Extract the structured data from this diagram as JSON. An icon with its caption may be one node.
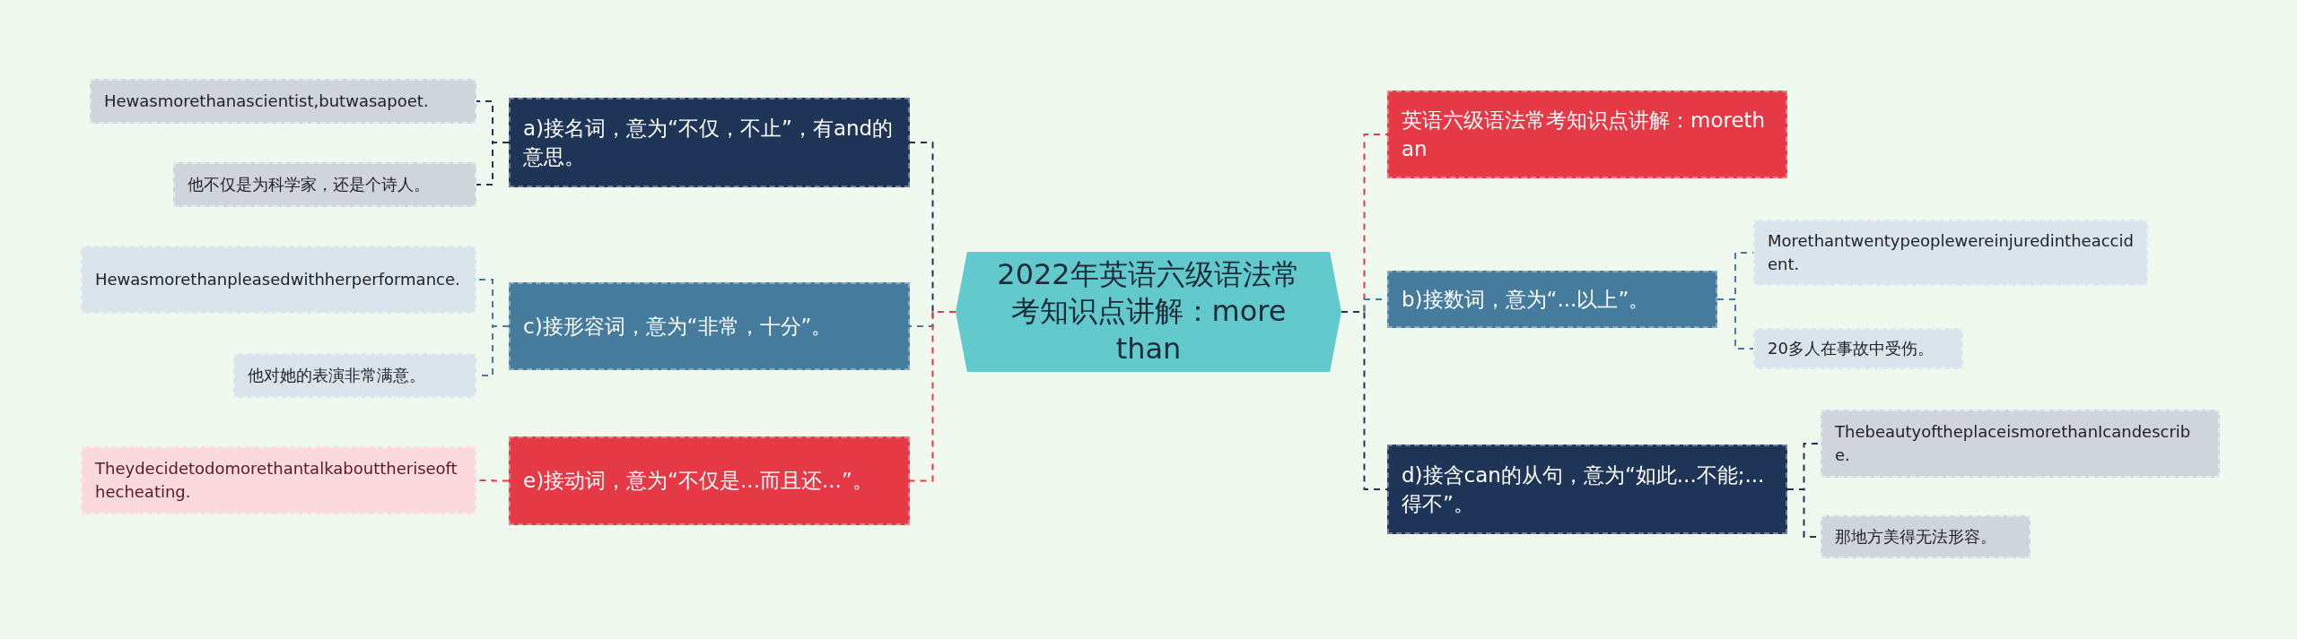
{
  "diagram": {
    "nodes": [
      {
        "text": [
          "2022年英语六级语法常考知识点讲解：more than"
        ]
      },
      {
        "text": [
          "a)接名词，意为“不仅，不止”，有and的意思。"
        ]
      },
      {
        "text": [
          "Hewasmorethanascientist,butwasapoet."
        ]
      },
      {
        "text": [
          "他不仅是为科学家，还是个诗人。"
        ]
      },
      {
        "text": [
          "c)接形容词，意为“非常，十分”。"
        ]
      },
      {
        "text": [
          "Hewasmorethanpleasedwithherperformance."
        ]
      },
      {
        "text": [
          "他对她的表演非常满意。"
        ]
      },
      {
        "text": [
          "e)接动词，意为“不仅是...而且还...”。"
        ]
      },
      {
        "text": [
          "Theydecidetodomorethantalkabouttheriseofthecheating."
        ]
      },
      {
        "text": [
          "英语六级语法常考知识点讲解：morethan"
        ]
      },
      {
        "text": [
          "b)接数词，意为“...以上”。"
        ]
      },
      {
        "text": [
          "Morethantwentypeoplewereinjuredintheaccident."
        ]
      },
      {
        "text": [
          "20多人在事故中受伤。"
        ]
      },
      {
        "text": [
          "d)接含can的从句，意为“如此...不能;...得不”。"
        ]
      },
      {
        "text": [
          "ThebeautyoftheplaceismorethanIcandescribe."
        ]
      },
      {
        "text": [
          "那地方美得无法形容。"
        ]
      }
    ],
    "edges": [
      {
        "from": 0,
        "to": 1,
        "arrow": "none",
        "style": "dashed",
        "color": "#1e3557"
      },
      {
        "from": 1,
        "to": 2,
        "arrow": "none",
        "style": "dashed",
        "color": "#1e3557"
      },
      {
        "from": 1,
        "to": 3,
        "arrow": "none",
        "style": "dashed",
        "color": "#1e3557"
      },
      {
        "from": 0,
        "to": 4,
        "arrow": "none",
        "style": "dashed",
        "color": "#457b9d"
      },
      {
        "from": 4,
        "to": 5,
        "arrow": "none",
        "style": "dashed",
        "color": "#457b9d"
      },
      {
        "from": 4,
        "to": 6,
        "arrow": "none",
        "style": "dashed",
        "color": "#457b9d"
      },
      {
        "from": 0,
        "to": 7,
        "arrow": "none",
        "style": "dashed",
        "color": "#e63946"
      },
      {
        "from": 7,
        "to": 8,
        "arrow": "none",
        "style": "dashed",
        "color": "#e63946"
      },
      {
        "from": 0,
        "to": 9,
        "arrow": "none",
        "style": "dashed",
        "color": "#e63946"
      },
      {
        "from": 0,
        "to": 10,
        "arrow": "none",
        "style": "dashed",
        "color": "#457b9d"
      },
      {
        "from": 10,
        "to": 11,
        "arrow": "none",
        "style": "dashed",
        "color": "#457b9d"
      },
      {
        "from": 10,
        "to": 12,
        "arrow": "none",
        "style": "dashed",
        "color": "#457b9d"
      },
      {
        "from": 0,
        "to": 13,
        "arrow": "none",
        "style": "dashed",
        "color": "#1e3557"
      },
      {
        "from": 13,
        "to": 14,
        "arrow": "none",
        "style": "dashed",
        "color": "#1e3557"
      },
      {
        "from": 13,
        "to": 15,
        "arrow": "none",
        "style": "dashed",
        "color": "#1e3557"
      }
    ]
  }
}
